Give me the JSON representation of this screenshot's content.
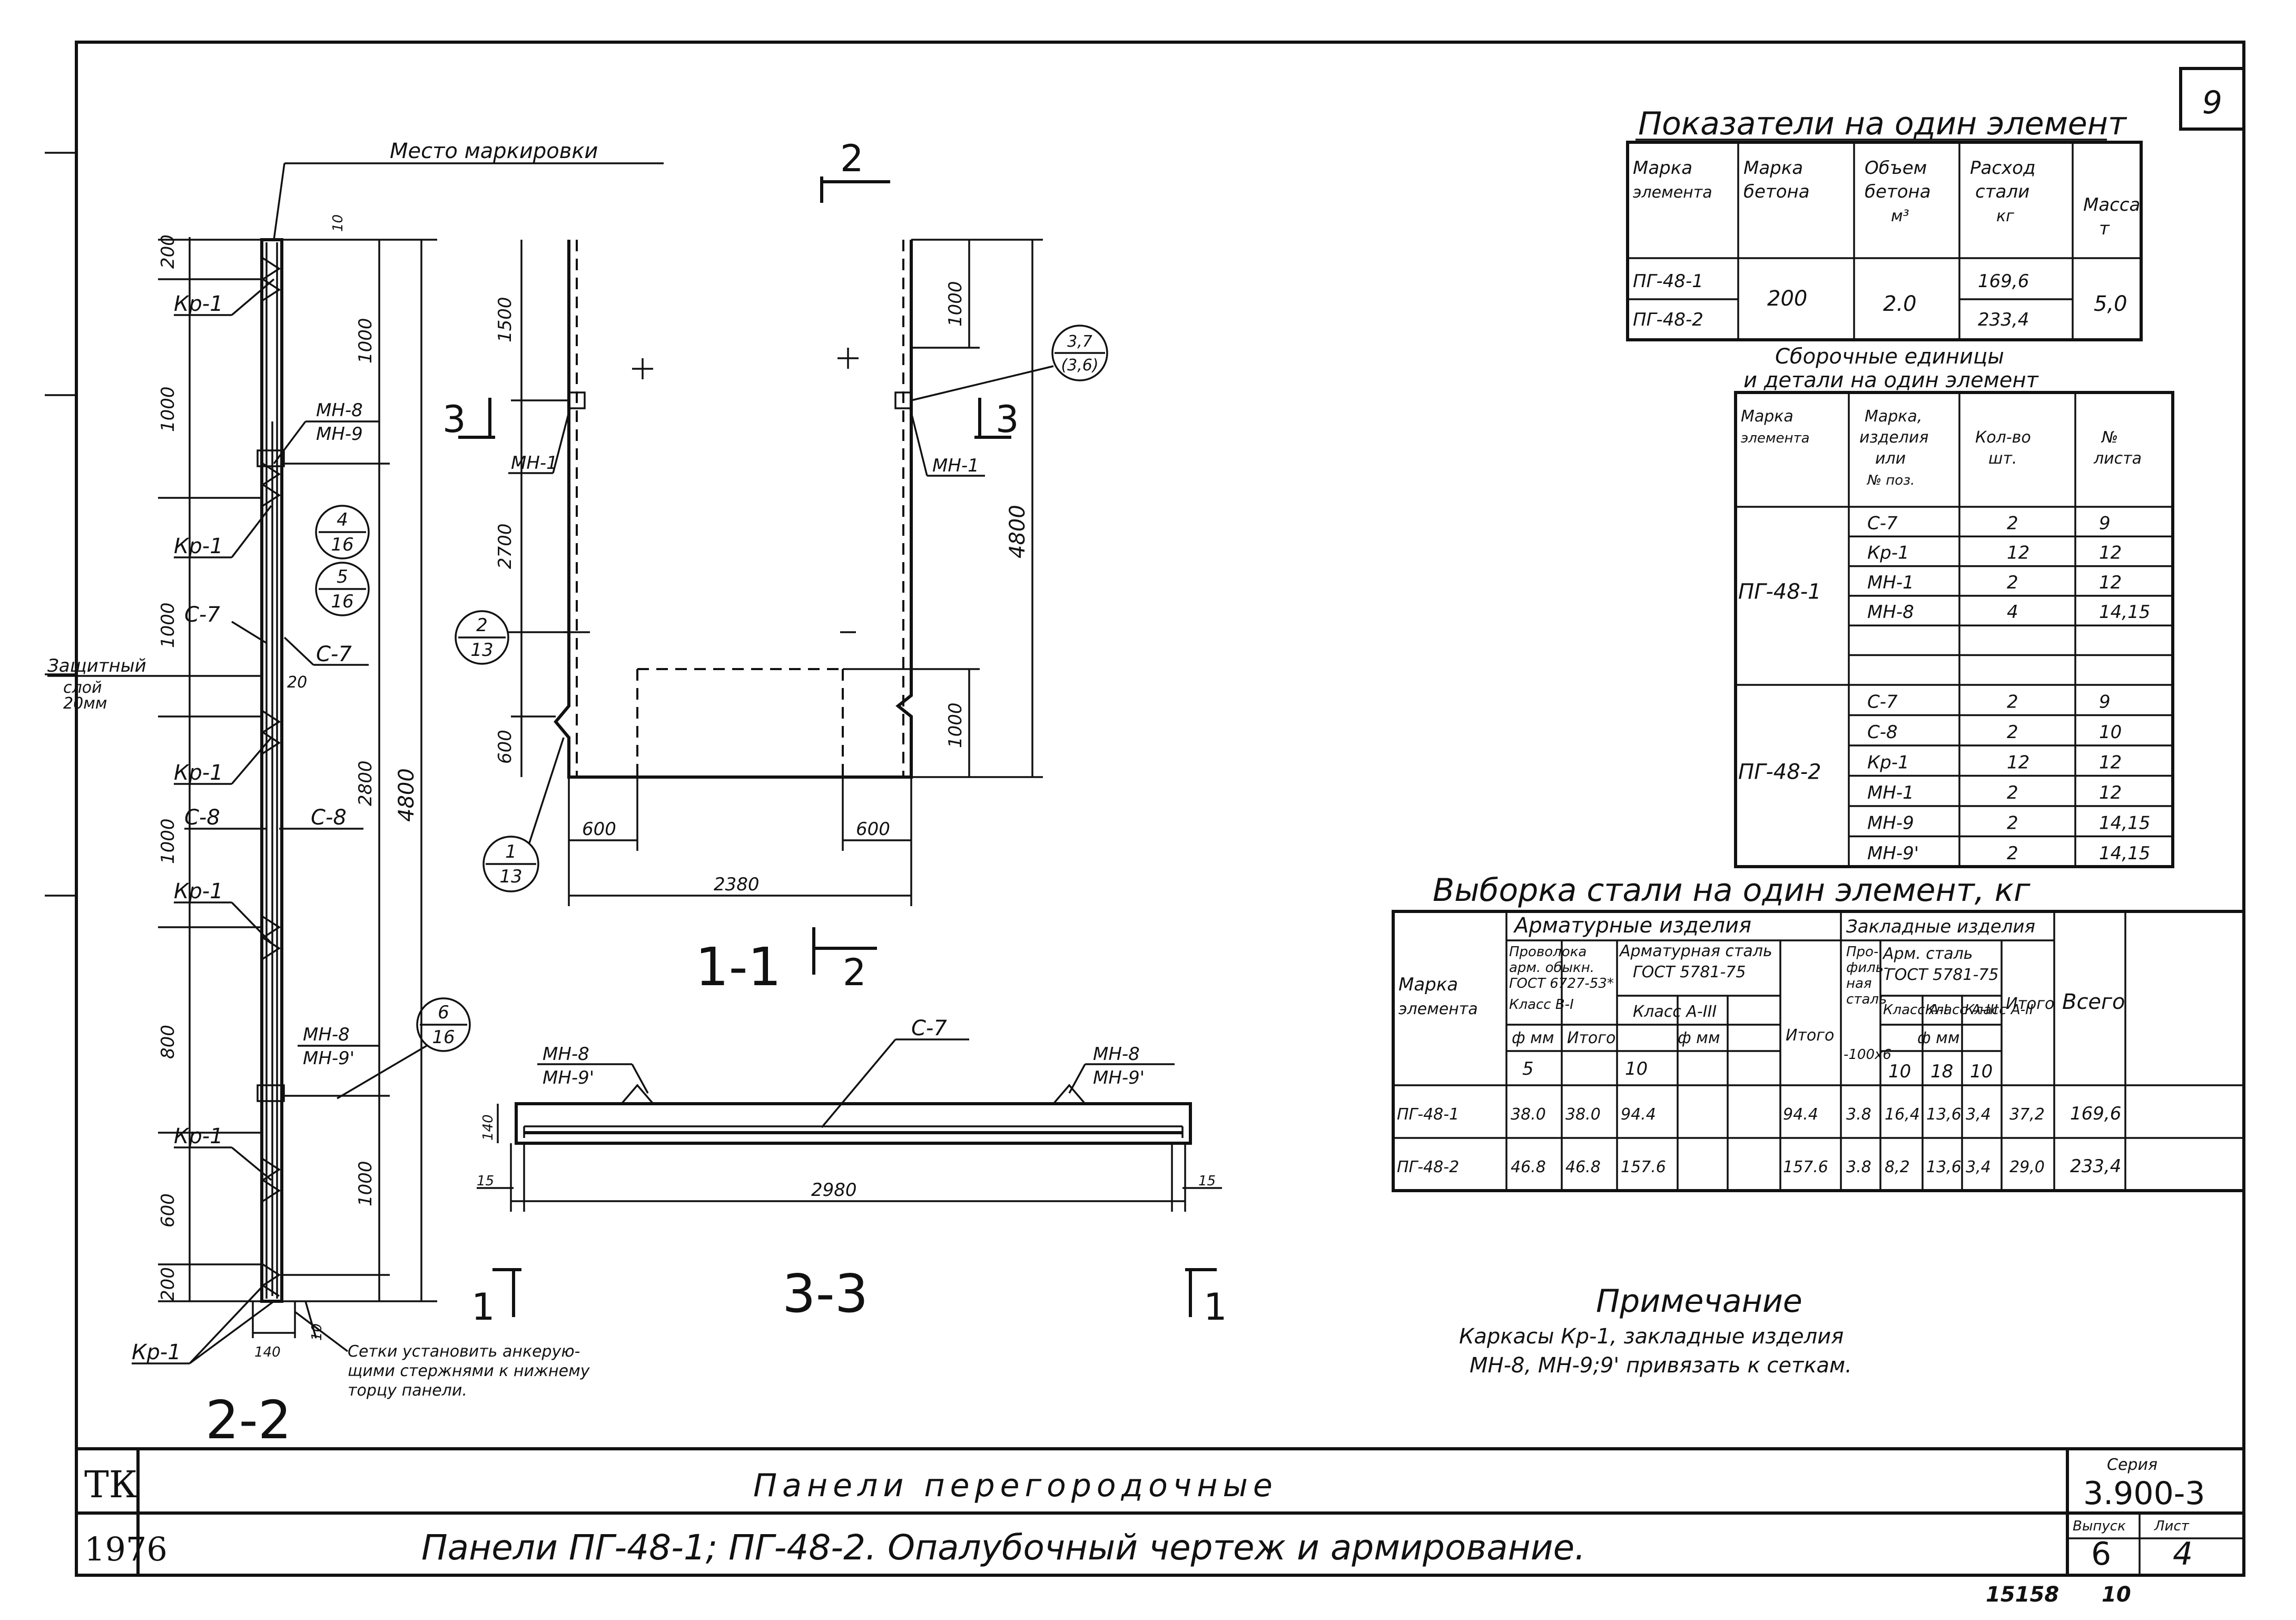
{
  "sheet_number": "9",
  "marking_place_label": "Место маркировки",
  "section_labels": {
    "s11": "1-1",
    "s22": "2-2",
    "s33": "3-3",
    "mark3": "3",
    "mark2": "2",
    "mark1": "1"
  },
  "callouts": {
    "c1_top": "1",
    "c1_bot": "13",
    "c2_top": "2",
    "c2_bot": "13",
    "c4_top": "4",
    "c4_bot": "16",
    "c5_top": "5",
    "c5_bot": "16",
    "c6_top": "6",
    "c6_bot": "16",
    "c37_top": "3,7",
    "c37_bot": "(3,6)"
  },
  "part_labels": {
    "kr1": "Кр-1",
    "c7": "С-7",
    "c8": "С-8",
    "mn1": "МН-1",
    "mn8": "МН-8",
    "mn9": "МН-9",
    "mn9p": "МН-9'",
    "protect_1": "Защитный",
    "protect_2": "слой",
    "protect_3": "20мм",
    "note_mesh_1": "Сетки установить анкерую-",
    "note_mesh_2": "щими стержнями к нижнему",
    "note_mesh_3": "торцу панели."
  },
  "dimensions": {
    "d10": "10",
    "d200": "200",
    "d1000": "1000",
    "d1500": "1500",
    "d2700": "2700",
    "d600": "600",
    "d4800": "4800",
    "d2800": "2800",
    "d800": "800",
    "d20": "20",
    "d140": "140",
    "d2380": "2380",
    "d2980": "2980",
    "d15": "15"
  },
  "indicators": {
    "title": "Показатели на один элемент",
    "headers": [
      "Марка элемента",
      "Марка бетона",
      "Объем бетона м³",
      "Расход стали кг",
      "Масса т"
    ],
    "rows": [
      {
        "mark": "ПГ-48-1"
      },
      {
        "mark": "ПГ-48-2"
      }
    ],
    "concrete": "200",
    "volume": "2.0",
    "steel_1": "169,6",
    "steel_2": "233,4",
    "mass": "5,0"
  },
  "assembly": {
    "title_1": "Сборочные единицы",
    "title_2": "и детали на один элемент",
    "headers": [
      "Марка элемента",
      "Марка изделия или № поз.",
      "Кол-во шт.",
      "№ листа"
    ],
    "groups": [
      {
        "element": "ПГ-48-1",
        "rows": [
          {
            "mark": "С-7",
            "qty": "2",
            "sheet": "9"
          },
          {
            "mark": "Кр-1",
            "qty": "12",
            "sheet": "12"
          },
          {
            "mark": "МН-1",
            "qty": "2",
            "sheet": "12"
          },
          {
            "mark": "МН-8",
            "qty": "4",
            "sheet": "14,15"
          },
          {
            "mark": "",
            "qty": "",
            "sheet": ""
          },
          {
            "mark": "",
            "qty": "",
            "sheet": ""
          }
        ]
      },
      {
        "element": "ПГ-48-2",
        "rows": [
          {
            "mark": "С-7",
            "qty": "2",
            "sheet": "9"
          },
          {
            "mark": "С-8",
            "qty": "2",
            "sheet": "10"
          },
          {
            "mark": "Кр-1",
            "qty": "12",
            "sheet": "12"
          },
          {
            "mark": "МН-1",
            "qty": "2",
            "sheet": "12"
          },
          {
            "mark": "МН-9",
            "qty": "2",
            "sheet": "14,15"
          },
          {
            "mark": "МН-9'",
            "qty": "2",
            "sheet": "14,15"
          }
        ]
      }
    ]
  },
  "steel": {
    "title": "Выборка стали на один элемент, кг",
    "h_mark": "Марка элемента",
    "h_rebar": "Арматурные изделия",
    "h_embed": "Закладные изделия",
    "h_wire": "Проволока арм. обыкн. ГОСТ 6727-53*",
    "h_rebar_steel": "Арматурная сталь ГОСТ 5781-75",
    "h_class_b1": "Класс В-I",
    "h_class_a3": "Класс А-III",
    "h_dia": "ф мм",
    "h_total": "Итого",
    "h_prof": "Профильная сталь",
    "h_arm_steel": "Арм. сталь ГОСТ 5781-75",
    "h_cls_a1": "Класс А-I",
    "h_cls_a3": "Класс А-III",
    "h_cls_a2": "Класс А-II",
    "h_grand": "Всего",
    "d5": "5",
    "d10": "10",
    "d100x6": "-100х6",
    "d10b": "10",
    "d18": "18",
    "d10c": "10",
    "rows": [
      {
        "mark": "ПГ-48-1",
        "wire": "38.0",
        "wtot": "38.0",
        "a3": "94.4",
        "rtot": "94.4",
        "prof": "3.8",
        "a1": "16,4",
        "a3e": "13,6",
        "a2": "3,4",
        "etot": "37,2",
        "grand": "169,6"
      },
      {
        "mark": "ПГ-48-2",
        "wire": "46.8",
        "wtot": "46.8",
        "a3": "157.6",
        "rtot": "157.6",
        "prof": "3.8",
        "a1": "8,2",
        "a3e": "13,6",
        "a2": "3,4",
        "etot": "29,0",
        "grand": "233,4"
      }
    ]
  },
  "note": {
    "title": "Примечание",
    "line1": "Каркасы Кр-1, закладные изделия",
    "line2": "МН-8, МН-9;9' привязать к сеткам."
  },
  "title_block": {
    "org": "ТК",
    "year": "1976",
    "line1": "Панели перегородочные",
    "line2": "Панели ПГ-48-1; ПГ-48-2. Опалубочный чертеж и армирование.",
    "series_label": "Серия",
    "series": "3.900-3",
    "issue_label": "Выпуск",
    "issue": "6",
    "sheet_label": "Лист",
    "sheet": "4",
    "stamp": "15158",
    "stamp_page": "10"
  }
}
